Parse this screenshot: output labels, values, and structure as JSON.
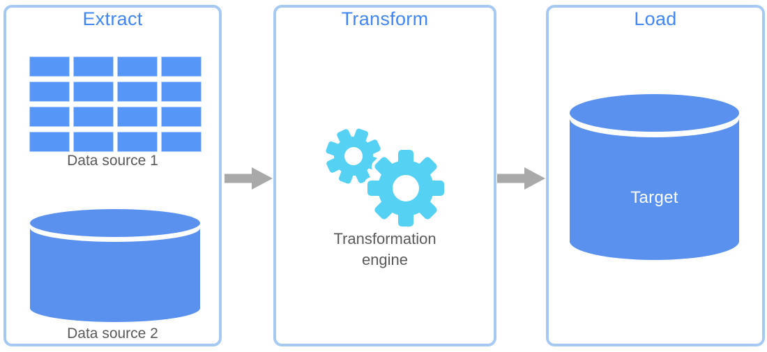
{
  "diagram": {
    "stages": [
      {
        "title": "Extract",
        "items": [
          {
            "icon": "table-icon",
            "label": "Data source 1"
          },
          {
            "icon": "database-icon",
            "label": "Data source 2"
          }
        ]
      },
      {
        "title": "Transform",
        "items": [
          {
            "icon": "gears-icon",
            "label": "Transformation engine"
          }
        ]
      },
      {
        "title": "Load",
        "items": [
          {
            "icon": "database-icon",
            "label": "Target"
          }
        ]
      }
    ],
    "connectors": [
      {
        "icon": "arrow-right-icon",
        "from": "Extract",
        "to": "Transform"
      },
      {
        "icon": "arrow-right-icon",
        "from": "Transform",
        "to": "Load"
      }
    ]
  },
  "colors": {
    "panel_border": "#a6c9f4",
    "title_blue": "#4285f4",
    "table_blue": "#5596f7",
    "database_blue": "#5a91ee",
    "gear_cyan": "#55d2f3",
    "arrow_gray": "#a9a9a9",
    "label_gray": "#595959",
    "target_text_white": "#ffffff"
  }
}
